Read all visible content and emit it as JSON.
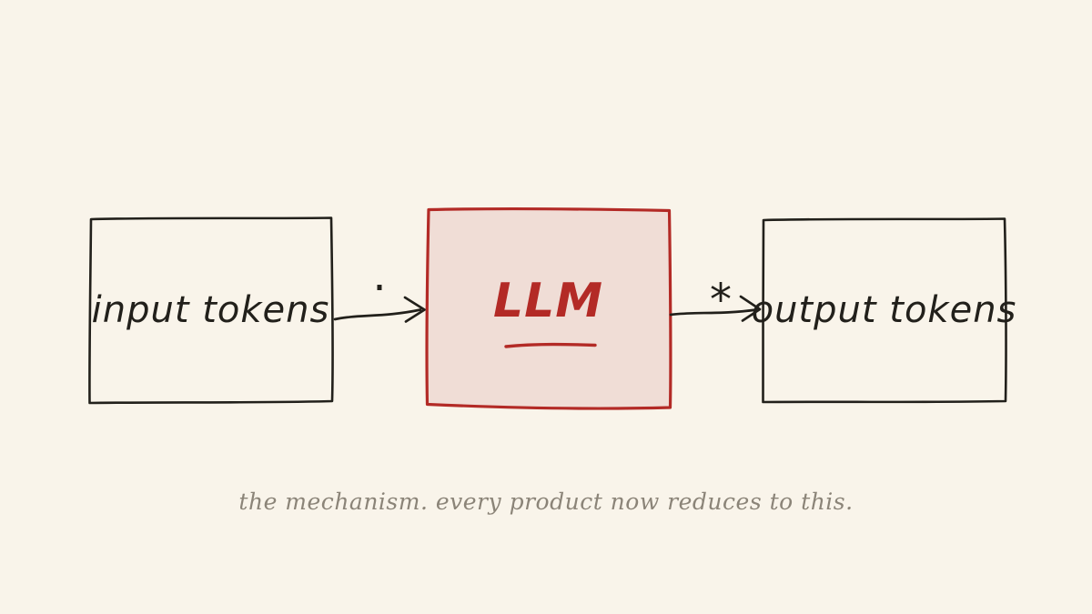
{
  "diagram": {
    "nodes": [
      {
        "id": "input",
        "label": "input tokens",
        "shape": "box",
        "border_color": "#22201b",
        "fill": "transparent",
        "text_color": "#22201b"
      },
      {
        "id": "llm",
        "label": "LLM",
        "shape": "box",
        "border_color": "#b32a26",
        "fill": "#f0ddd6",
        "text_color": "#b32a26",
        "underlined": true
      },
      {
        "id": "output",
        "label": "output tokens",
        "shape": "box",
        "border_color": "#22201b",
        "fill": "transparent",
        "text_color": "#22201b"
      }
    ],
    "edges": [
      {
        "from": "input",
        "to": "llm",
        "label": "·"
      },
      {
        "from": "llm",
        "to": "output",
        "label": "*"
      }
    ]
  },
  "caption": "the mechanism. every product now reduces to this.",
  "colors": {
    "background": "#f9f4ea",
    "stroke_dark": "#22201b",
    "accent_red": "#b32a26",
    "accent_fill": "#f0ddd6",
    "caption_gray": "#8b8478"
  }
}
